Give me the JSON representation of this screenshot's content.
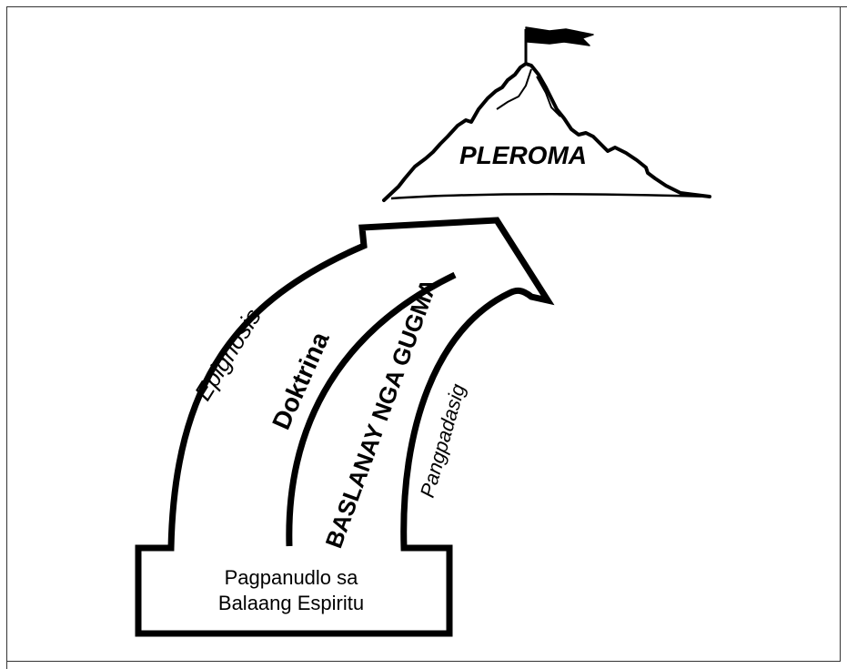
{
  "mountain": {
    "label": "PLEROMA"
  },
  "arrow": {
    "base_label_line1": "Pagpanudlo sa",
    "base_label_line2": "Balaang Espiritu",
    "left_outer_label": "Epignosis",
    "left_inner_label": "Doktrina",
    "right_inner_label": "BASLANAY NGA GUGMA",
    "right_outer_label": "Pangpadasig"
  }
}
